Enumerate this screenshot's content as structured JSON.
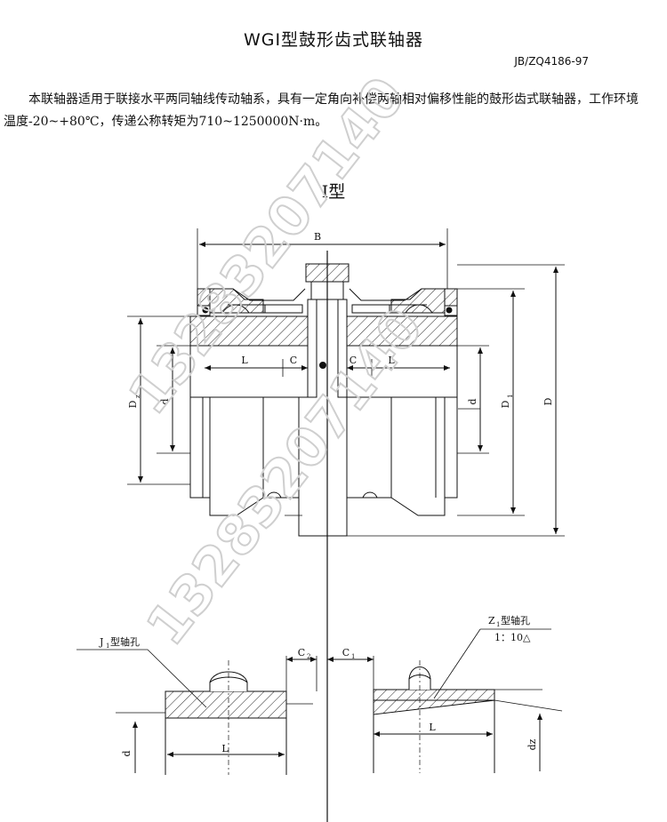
{
  "header": {
    "title": "WGⅠ型鼓形齿式联轴器",
    "standard": "JB/ZQ4186-97"
  },
  "description": "本联轴器适用于联接水平两同轴线传动轴系，具有一定角向补偿两轴相对偏移性能的鼓形齿式联轴器，工作环境温度-20~+80℃，传递公称转矩为710~1250000N·m。",
  "main_view": {
    "type_label": "Ⅰ型",
    "dims": {
      "B": "B",
      "L_left": "L",
      "C_left": "C",
      "C_right": "C",
      "L_right": "L",
      "Dz": "D",
      "Dz_sub": "z",
      "d": "d",
      "d_right": "d",
      "D1": "D",
      "D1_sub": "1",
      "D": "D"
    }
  },
  "detail_left": {
    "label": "J",
    "label_sub": "1",
    "label_suffix": "型轴孔",
    "C": "C",
    "C_sub": "2",
    "L": "L",
    "d": "d"
  },
  "detail_right": {
    "label": "Z",
    "label_sub": "1",
    "label_suffix": "型轴孔",
    "taper": "1：10△",
    "C": "C",
    "C_sub": "1",
    "L": "L",
    "dz": "dz"
  },
  "watermark": {
    "text_top": "13283207140",
    "text_bottom": "13283207140"
  }
}
